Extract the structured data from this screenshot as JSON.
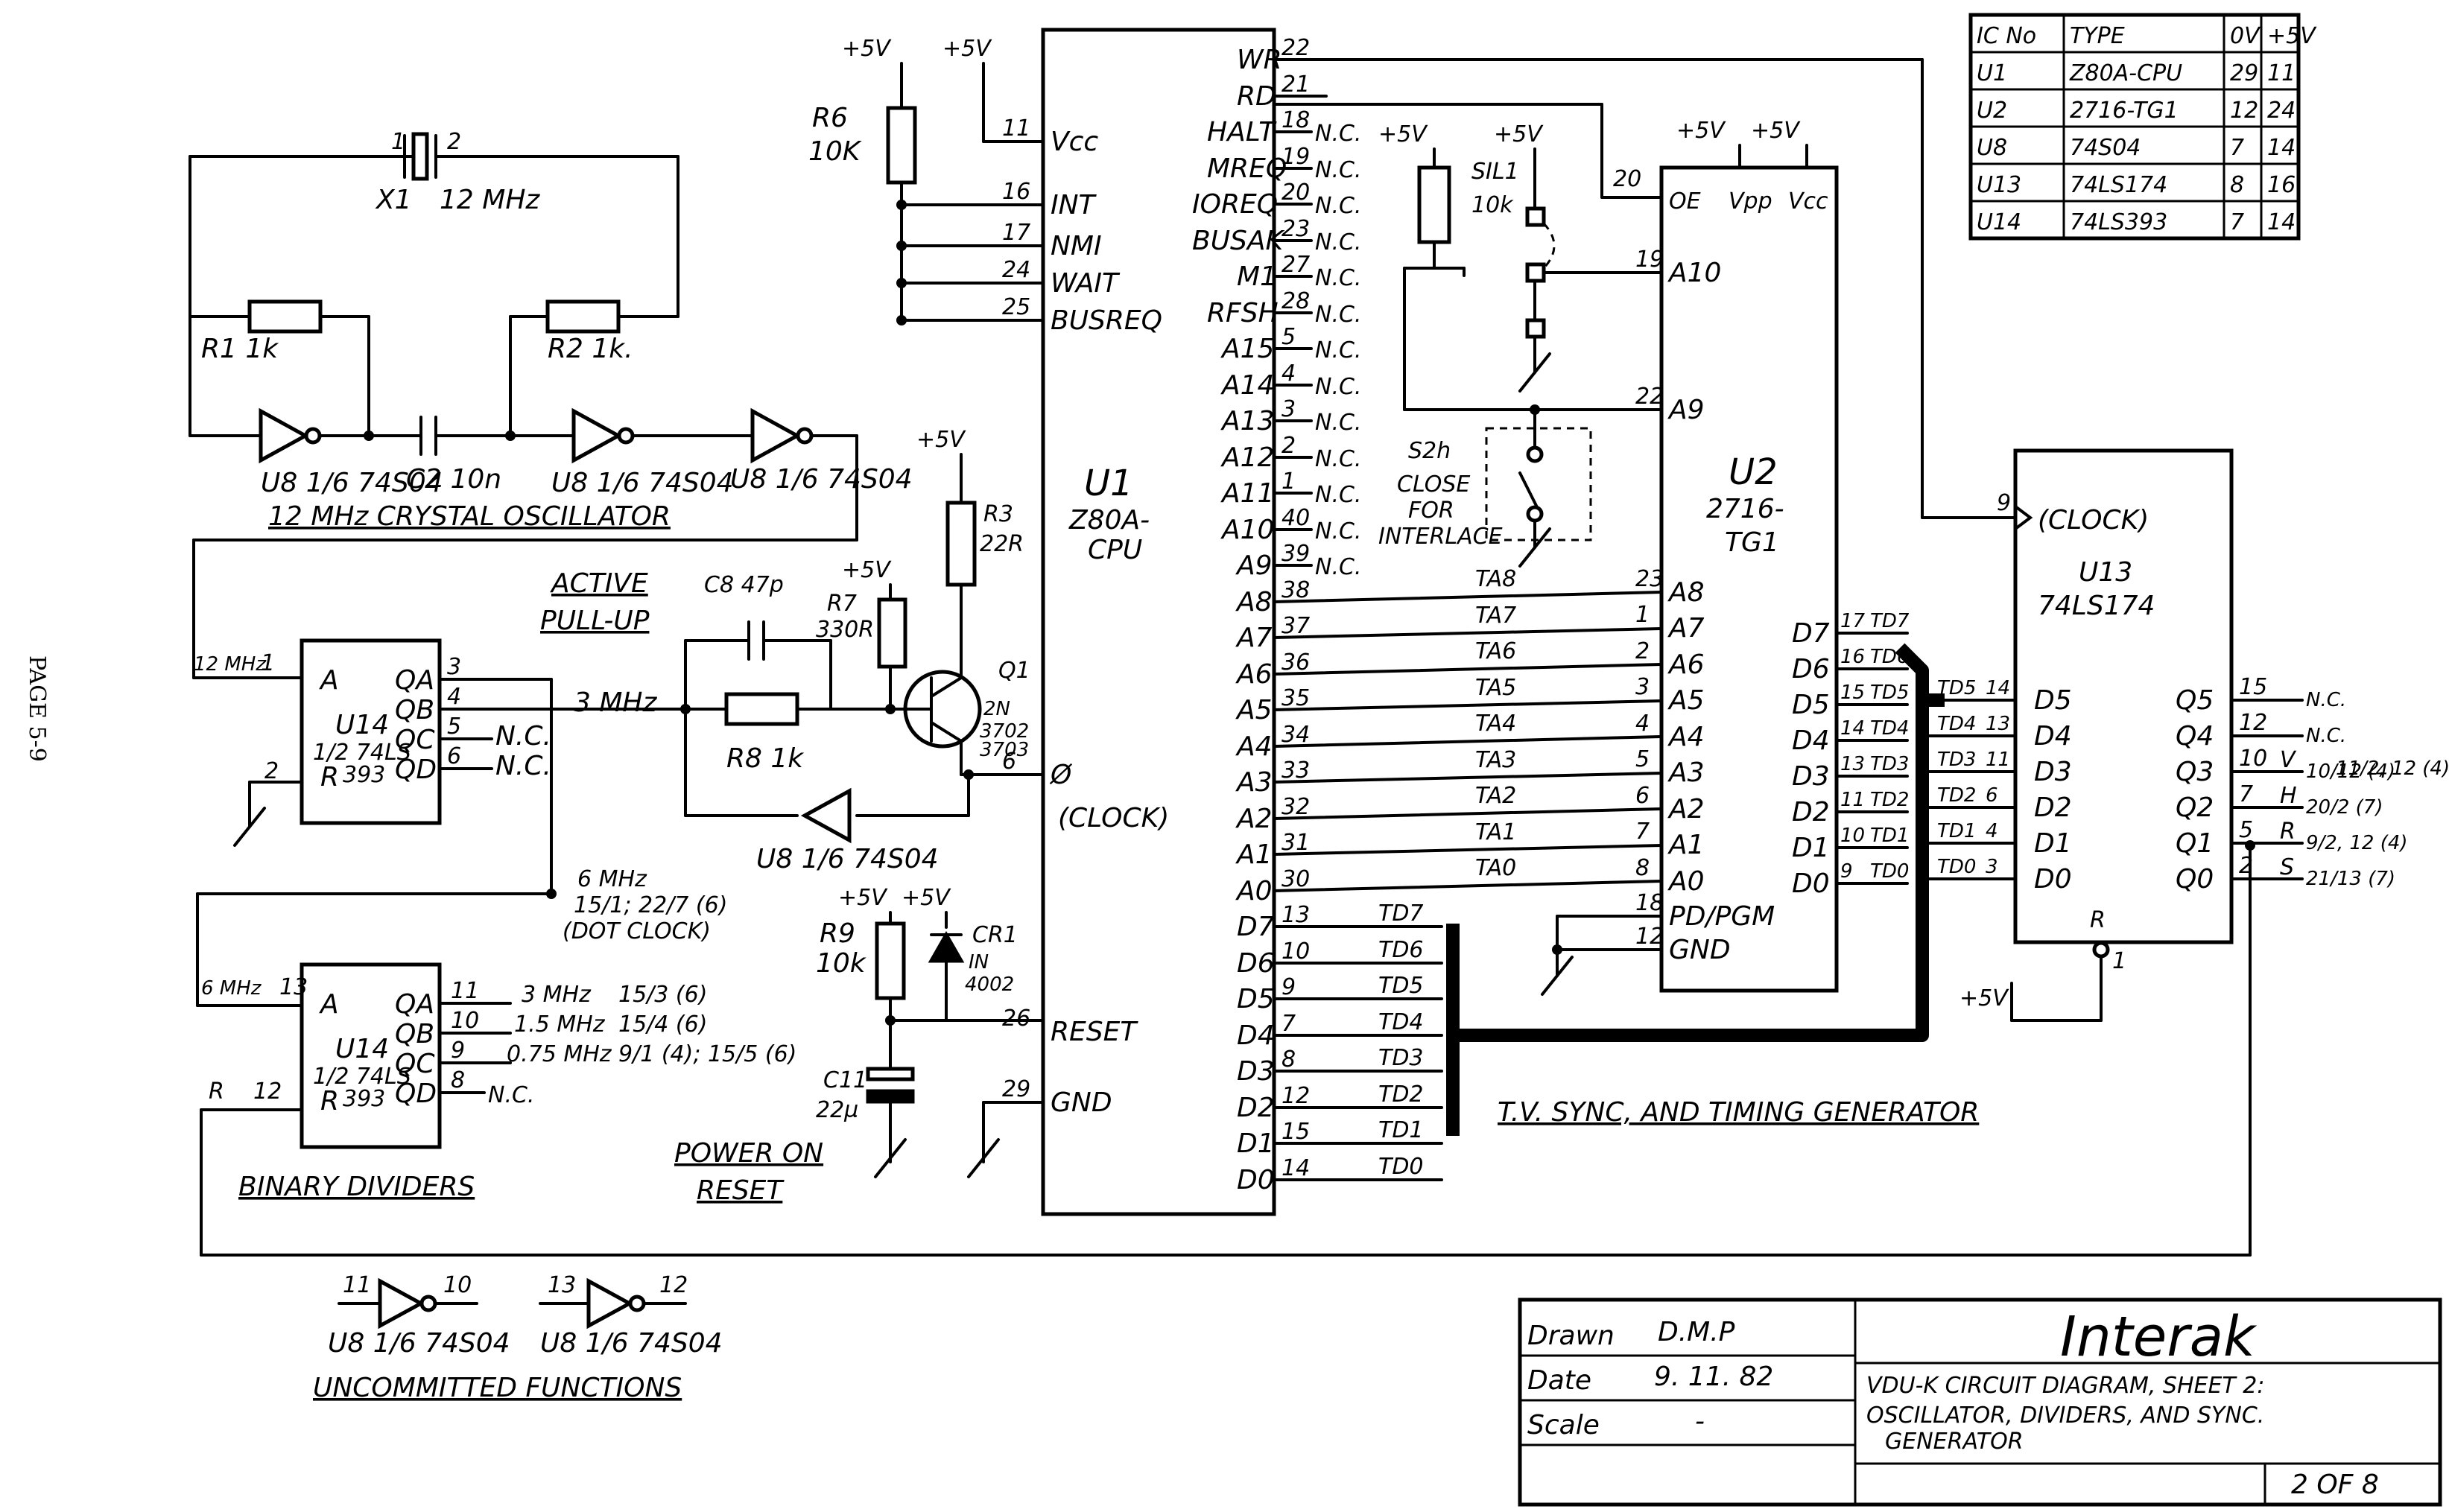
{
  "page_label": "PAGE 5-9",
  "ic_table": {
    "headers": [
      "IC No",
      "TYPE",
      "0V",
      "+5V"
    ],
    "rows": [
      [
        "U1",
        "Z80A-CPU",
        "29",
        "11"
      ],
      [
        "U2",
        "2716-TG1",
        "12",
        "24"
      ],
      [
        "U8",
        "74S04",
        "7",
        "14"
      ],
      [
        "U13",
        "74LS174",
        "8",
        "16"
      ],
      [
        "U14",
        "74LS393",
        "7",
        "14"
      ]
    ]
  },
  "title_block": {
    "drawn_label": "Drawn",
    "drawn_value": "D.M.P",
    "date_label": "Date",
    "date_value": "9. 11. 82",
    "scale_label": "Scale",
    "scale_value": "-",
    "company": "Interak",
    "desc_line1": "VDU-K CIRCUIT DIAGRAM, SHEET 2:",
    "desc_line2": "OSCILLATOR, DIVIDERS, AND SYNC.",
    "desc_line3": "GENERATOR",
    "sheet_no": "2 OF 8"
  },
  "sections": {
    "osc": "12 MHz CRYSTAL OSCILLATOR",
    "dividers": "BINARY DIVIDERS",
    "uncommitted": "UNCOMMITTED FUNCTIONS",
    "active_pullup_1": "ACTIVE",
    "active_pullup_2": "PULL-UP",
    "por_1": "POWER ON",
    "por_2": "RESET",
    "tv_sync": "T.V. SYNC, AND TIMING GENERATOR"
  },
  "oscillator": {
    "x1": "X1",
    "x1_freq": "12 MHz",
    "x1_p1": "1",
    "x1_p2": "2",
    "r1": "R1  1k",
    "r2": "R2  1k.",
    "c2": "C2  10n",
    "gate1": "U8 1/6 74S04",
    "gate2": "U8 1/6 74S04",
    "gate3": "U8 1/6 74S04"
  },
  "u14a": {
    "name": "U14",
    "type": "1/2 74LS",
    "type2": "393",
    "in_label": "12 MHz",
    "pins": [
      "A",
      "QA",
      "QB",
      "QC",
      "QD",
      "R"
    ],
    "pin_nums": [
      "1",
      "3",
      "4",
      "5",
      "6",
      "2"
    ],
    "nc": "N.C.",
    "out_3mhz": "3 MHz",
    "out_6mhz": "6 MHz",
    "dot1": "15/1;  22/7 (6)",
    "dot2": "(DOT CLOCK)"
  },
  "u14b": {
    "name": "U14",
    "type": "1/2 74LS",
    "type2": "393",
    "in_label": "6 MHz",
    "pins": [
      "A",
      "QA",
      "QB",
      "QC",
      "QD",
      "R"
    ],
    "pin_nums": [
      "13",
      "11",
      "10",
      "9",
      "8",
      "12"
    ],
    "f1": "3 MHz",
    "f1_ref": "15/3 (6)",
    "f2": "1.5 MHz",
    "f2_ref": "15/4 (6)",
    "f3": "0.75 MHz",
    "f3_ref": "9/1 (4); 15/5 (6)",
    "nc": "N.C.",
    "r_label": "R"
  },
  "pullup": {
    "c8": "C8  47p",
    "r7": "R7",
    "r7v": "330R",
    "r8": "R8  1k",
    "r3": "R3",
    "r3v": "22R",
    "q1": "Q1",
    "q1t1": "2N",
    "q1t2": "3702",
    "q1t3": "3703",
    "gate": "U8 1/6 74S04",
    "vcc": "+5V"
  },
  "por": {
    "r9": "R9",
    "r9v": "10k",
    "cr1": "CR1",
    "cr1v1": "IN",
    "cr1v2": "4002",
    "c11": "C11",
    "c11v": "22µ"
  },
  "u1": {
    "name": "U1",
    "type1": "Z80A-",
    "type2": "CPU",
    "r6": "R6",
    "r6v": "10K",
    "left_pins": [
      {
        "num": "11",
        "name": "Vcc"
      },
      {
        "num": "16",
        "name": "INT"
      },
      {
        "num": "17",
        "name": "NMI"
      },
      {
        "num": "24",
        "name": "WAIT"
      },
      {
        "num": "25",
        "name": "BUSREQ"
      },
      {
        "num": "6",
        "name": "Ø"
      },
      {
        "num": "26",
        "name": "RESET"
      },
      {
        "num": "29",
        "name": "GND"
      }
    ],
    "clock_label": "(CLOCK)",
    "right_pins": [
      {
        "num": "22",
        "name": "WR",
        "net": ""
      },
      {
        "num": "21",
        "name": "RD",
        "net": ""
      },
      {
        "num": "18",
        "name": "HALT",
        "net": "N.C."
      },
      {
        "num": "19",
        "name": "MREQ",
        "net": "N.C."
      },
      {
        "num": "20",
        "name": "IOREQ",
        "net": "N.C."
      },
      {
        "num": "23",
        "name": "BUSAK",
        "net": "N.C."
      },
      {
        "num": "27",
        "name": "M1",
        "net": "N.C."
      },
      {
        "num": "28",
        "name": "RFSH",
        "net": "N.C."
      },
      {
        "num": "5",
        "name": "A15",
        "net": "N.C."
      },
      {
        "num": "4",
        "name": "A14",
        "net": "N.C."
      },
      {
        "num": "3",
        "name": "A13",
        "net": "N.C."
      },
      {
        "num": "2",
        "name": "A12",
        "net": "N.C."
      },
      {
        "num": "1",
        "name": "A11",
        "net": "N.C."
      },
      {
        "num": "40",
        "name": "A10",
        "net": "N.C."
      },
      {
        "num": "39",
        "name": "A9",
        "net": "N.C."
      },
      {
        "num": "38",
        "name": "A8",
        "net": "TA8"
      },
      {
        "num": "37",
        "name": "A7",
        "net": "TA7"
      },
      {
        "num": "36",
        "name": "A6",
        "net": "TA6"
      },
      {
        "num": "35",
        "name": "A5",
        "net": "TA5"
      },
      {
        "num": "34",
        "name": "A4",
        "net": "TA4"
      },
      {
        "num": "33",
        "name": "A3",
        "net": "TA3"
      },
      {
        "num": "32",
        "name": "A2",
        "net": "TA2"
      },
      {
        "num": "31",
        "name": "A1",
        "net": "TA1"
      },
      {
        "num": "30",
        "name": "A0",
        "net": "TA0"
      },
      {
        "num": "13",
        "name": "D7",
        "net": "TD7"
      },
      {
        "num": "10",
        "name": "D6",
        "net": "TD6"
      },
      {
        "num": "9",
        "name": "D5",
        "net": "TD5"
      },
      {
        "num": "7",
        "name": "D4",
        "net": "TD4"
      },
      {
        "num": "8",
        "name": "D3",
        "net": "TD3"
      },
      {
        "num": "12",
        "name": "D2",
        "net": "TD2"
      },
      {
        "num": "15",
        "name": "D1",
        "net": "TD1"
      },
      {
        "num": "14",
        "name": "D0",
        "net": "TD0"
      }
    ]
  },
  "u2": {
    "name": "U2",
    "type1": "2716-",
    "type2": "TG1",
    "top_pins": [
      {
        "num": "20",
        "name": "OE"
      },
      {
        "num": "",
        "name": "Vpp"
      },
      {
        "num": "",
        "name": "Vcc"
      }
    ],
    "left_pins": [
      {
        "num": "19",
        "name": "A10"
      },
      {
        "num": "22",
        "name": "A9"
      },
      {
        "num": "23",
        "name": "A8"
      },
      {
        "num": "1",
        "name": "A7"
      },
      {
        "num": "2",
        "name": "A6"
      },
      {
        "num": "3",
        "name": "A5"
      },
      {
        "num": "4",
        "name": "A4"
      },
      {
        "num": "5",
        "name": "A3"
      },
      {
        "num": "6",
        "name": "A2"
      },
      {
        "num": "7",
        "name": "A1"
      },
      {
        "num": "8",
        "name": "A0"
      },
      {
        "num": "18",
        "name": "PD/PGM"
      },
      {
        "num": "12",
        "name": "GND"
      }
    ],
    "right_pins": [
      {
        "num": "17",
        "name": "D7",
        "net": "TD7"
      },
      {
        "num": "16",
        "name": "D6",
        "net": "TD6"
      },
      {
        "num": "15",
        "name": "D5",
        "net": "TD5"
      },
      {
        "num": "14",
        "name": "D4",
        "net": "TD4"
      },
      {
        "num": "13",
        "name": "D3",
        "net": "TD3"
      },
      {
        "num": "11",
        "name": "D2",
        "net": "TD2"
      },
      {
        "num": "10",
        "name": "D1",
        "net": "TD1"
      },
      {
        "num": "9",
        "name": "D0",
        "net": "TD0"
      }
    ],
    "sil1": "SIL1",
    "sil1v": "10k",
    "s2": "S2h",
    "s2t1": "CLOSE",
    "s2t2": "FOR",
    "s2t3": "INTERLACE"
  },
  "u13": {
    "name": "U13",
    "type": "74LS174",
    "clock": "(CLOCK)",
    "clock_pin": "9",
    "r": "R",
    "r_pin": "1",
    "inputs": [
      {
        "net": "TD5",
        "num": "14",
        "name": "D5"
      },
      {
        "net": "TD4",
        "num": "13",
        "name": "D4"
      },
      {
        "net": "TD3",
        "num": "11",
        "name": "D3"
      },
      {
        "net": "TD2",
        "num": "6",
        "name": "D2"
      },
      {
        "net": "TD1",
        "num": "4",
        "name": "D1"
      },
      {
        "net": "TD0",
        "num": "3",
        "name": "D0"
      }
    ],
    "outputs": [
      {
        "name": "Q5",
        "num": "15",
        "sig": "",
        "ref": "N.C."
      },
      {
        "name": "Q4",
        "num": "12",
        "sig": "",
        "ref": "N.C."
      },
      {
        "name": "Q3",
        "num": "10",
        "sig": "V",
        "ref": "10/12 (4)"
      },
      {
        "name": "Q2",
        "num": "7",
        "sig": "H",
        "ref": "20/2 (7)"
      },
      {
        "name": "Q1",
        "num": "5",
        "sig": "R",
        "ref": "9/2, 12 (4)"
      },
      {
        "name": "Q0",
        "num": "2",
        "sig": "S",
        "ref": "21/13 (7)"
      }
    ],
    "q3_ref2": "11/2, 12 (4)"
  },
  "uncommitted": {
    "g1": "U8 1/6 74S04",
    "g1_in": "11",
    "g1_out": "10",
    "g2": "U8 1/6 74S04",
    "g2_in": "13",
    "g2_out": "12"
  },
  "power": {
    "vcc": "+5V",
    "nc": "N.C."
  }
}
